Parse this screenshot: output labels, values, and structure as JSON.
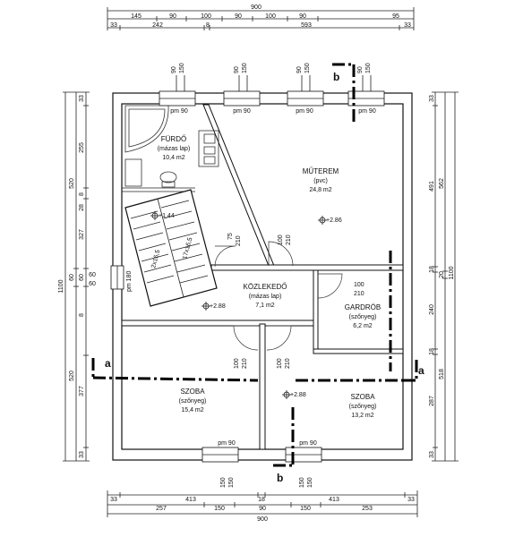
{
  "dims": {
    "total_top": "900",
    "top_row1": [
      "145",
      "90",
      "100",
      "90",
      "100",
      "90",
      "95"
    ],
    "top_row2": [
      "33",
      "242",
      "8",
      "593",
      "33"
    ],
    "total_bottom": "900",
    "bottom_row1": [
      "33",
      "413",
      "18",
      "413",
      "33"
    ],
    "bottom_row2": [
      "257",
      "150",
      "90",
      "150",
      "253"
    ],
    "bottom_pairs": [
      "150",
      "150",
      "150",
      "150"
    ],
    "total_left": "1100",
    "left_row1": [
      "33",
      "255",
      "8",
      "28",
      "60",
      "327",
      "520",
      "377",
      "33"
    ],
    "left_row2": [
      "520",
      "60",
      "8"
    ],
    "total_right": "1100",
    "right_row1": [
      "33",
      "491",
      "18",
      "240",
      "18",
      "287",
      "33"
    ],
    "right_row2": [
      "562",
      "20",
      "518"
    ],
    "window_tops": [
      [
        "90",
        "150"
      ],
      [
        "90",
        "150"
      ],
      [
        "90",
        "150"
      ],
      [
        "90",
        "150"
      ]
    ],
    "window_top_left": "90",
    "pm_top": [
      "pm 90",
      "pm 90",
      "pm 90",
      "pm 90"
    ],
    "pm_bottom": [
      "pm 90",
      "pm 90"
    ],
    "pm_left": "pm 180",
    "left_window": [
      "60",
      "60"
    ]
  },
  "rooms": {
    "furdo": {
      "name": "FÜRDŐ",
      "floor": "(mázas lap)",
      "area": "10,4 m2"
    },
    "muterem": {
      "name": "MŰTEREM",
      "floor": "(pvc)",
      "area": "24,8 m2"
    },
    "kozlekedo": {
      "name": "KÖZLEKEDŐ",
      "floor": "(mázas lap)",
      "area": "7,1 m2"
    },
    "gardrob": {
      "name": "GARDRÓB",
      "floor": "(szőnyeg)",
      "area": "6,2 m2"
    },
    "szoba1": {
      "name": "SZOBA",
      "floor": "(szőnyeg)",
      "area": "15,4 m2"
    },
    "szoba2": {
      "name": "SZOBA",
      "floor": "(szőnyeg)",
      "area": "13,2 m2"
    }
  },
  "levels": [
    "+1.44",
    "+2.86",
    "+2.88",
    "+2.88"
  ],
  "doors": {
    "bath": [
      "75",
      "210"
    ],
    "studio": [
      "100",
      "210"
    ],
    "gardrob": [
      "100",
      "210"
    ],
    "room1": [
      "100",
      "210"
    ],
    "room2": [
      "100",
      "210"
    ]
  },
  "stair_labels": [
    "2x16,5",
    "17x16,5"
  ],
  "sections": {
    "a_left": "a",
    "a_right": "a",
    "b_top": "b",
    "b_bottom": "b"
  }
}
